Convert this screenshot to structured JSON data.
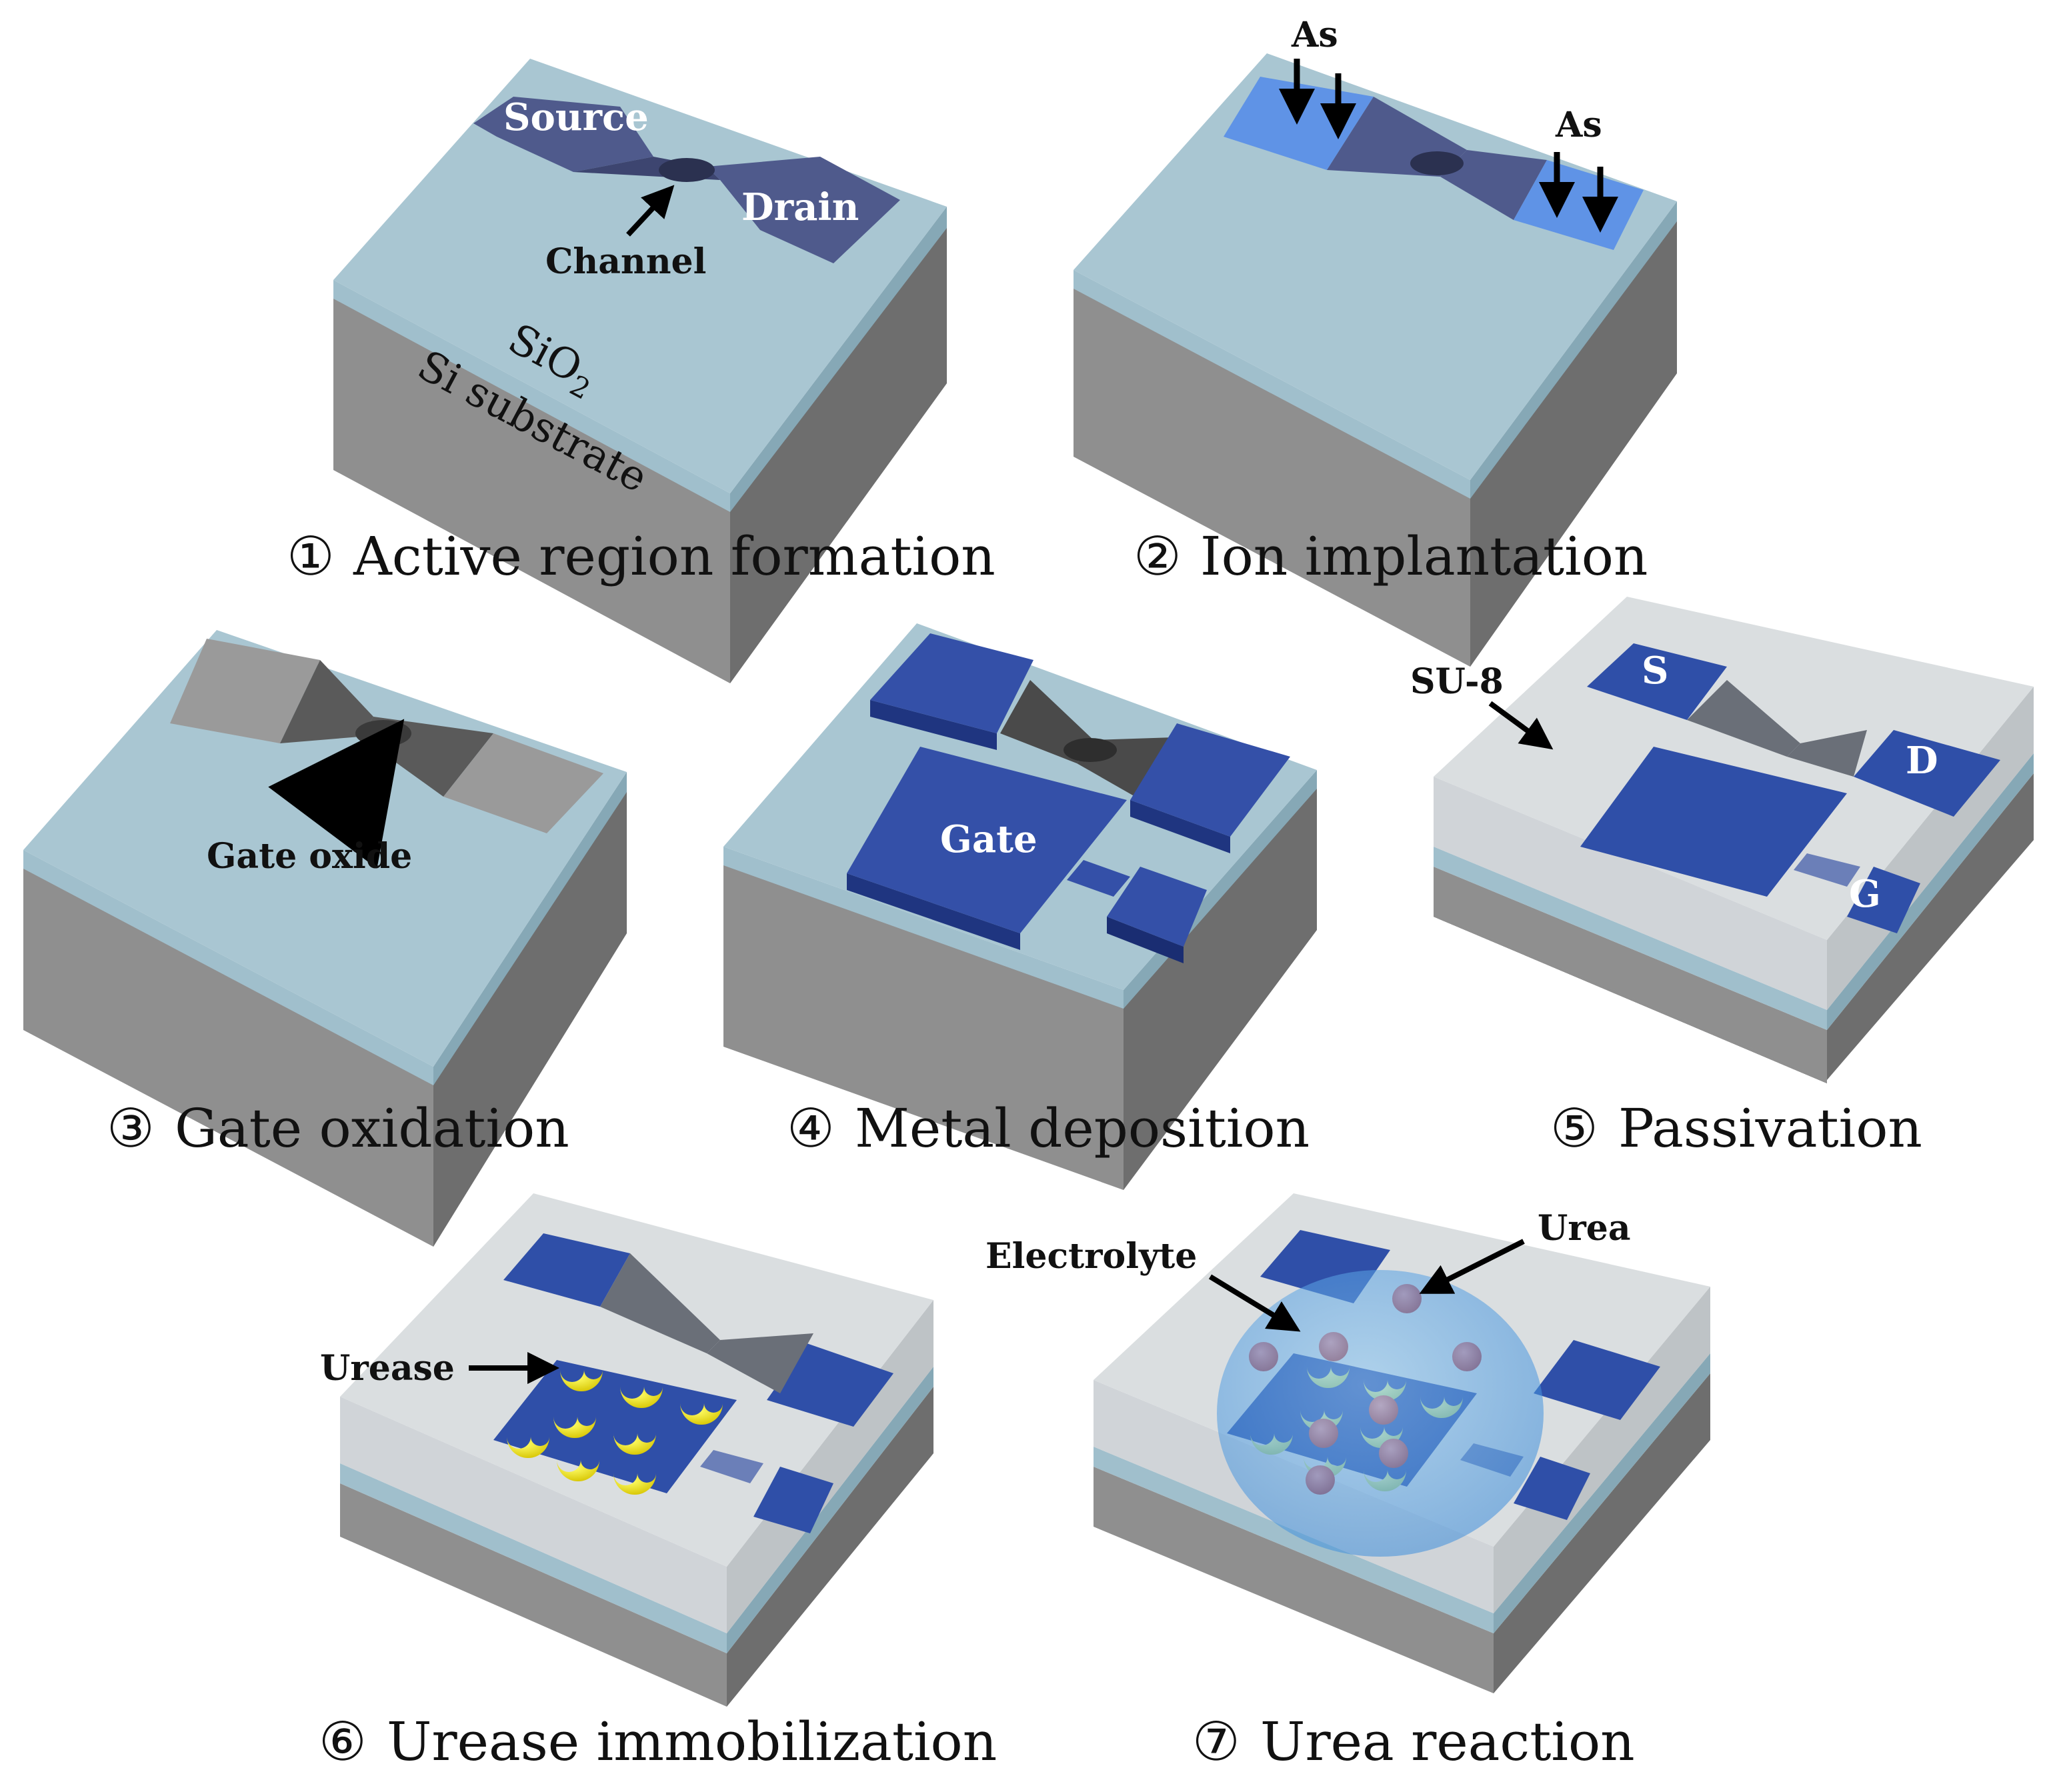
{
  "steps": [
    {
      "number": "①",
      "title": "Active region formation"
    },
    {
      "number": "②",
      "title": "Ion implantation"
    },
    {
      "number": "③",
      "title": "Gate oxidation"
    },
    {
      "number": "④",
      "title": "Metal deposition"
    },
    {
      "number": "⑤",
      "title": "Passivation"
    },
    {
      "number": "⑥",
      "title": "Urease immobilization"
    },
    {
      "number": "⑦",
      "title": "Urea reaction"
    }
  ],
  "labels": {
    "source": "Source",
    "drain": "Drain",
    "channel": "Channel",
    "sio2": "SiO",
    "sio2_sub": "2",
    "si_substrate": "Si substrate",
    "as": "As",
    "gate_oxide": "Gate oxide",
    "gate": "Gate",
    "su8": "SU-8",
    "s": "S",
    "d": "D",
    "g": "G",
    "urease": "Urease",
    "electrolyte": "Electrolyte",
    "urea": "Urea"
  },
  "colors": {
    "si_substrate": "#8f8f8f",
    "sio2_layer": "#a9c6d2",
    "active_region": "#4f5a8c",
    "implanted": "#5f93e6",
    "metal": "#2f4fa8",
    "su8": "#d6dadd",
    "urease": "#f2e100",
    "urea": "#c84a4a",
    "electrolyte": "#5da8e6"
  }
}
